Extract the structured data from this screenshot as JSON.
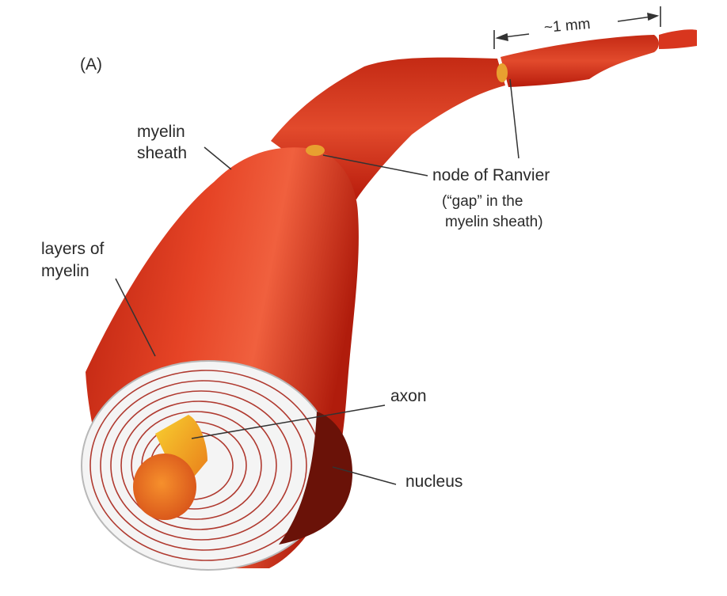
{
  "figure": {
    "panel_label": "(A)",
    "colors": {
      "sheath": "#d8321c",
      "sheath_dark": "#a81a0c",
      "sheath_light": "#ef6a48",
      "myelin_layer": "#ffffff",
      "layer_line": "#b03a30",
      "axon": "#f0a81c",
      "axon_end": "#e86a14",
      "node": "#e8a030",
      "nucleus": "#6a1208",
      "label_text": "#2a2a2a"
    }
  },
  "labels": {
    "myelin_sheath": [
      "myelin",
      "sheath"
    ],
    "layers_of_myelin": [
      "layers of",
      "myelin"
    ],
    "node_of_ranvier": "node of Ranvier",
    "gap_note": [
      "(“gap” in the",
      "myelin sheath)"
    ],
    "scale": "~1 mm",
    "axon": "axon",
    "nucleus": "nucleus"
  }
}
